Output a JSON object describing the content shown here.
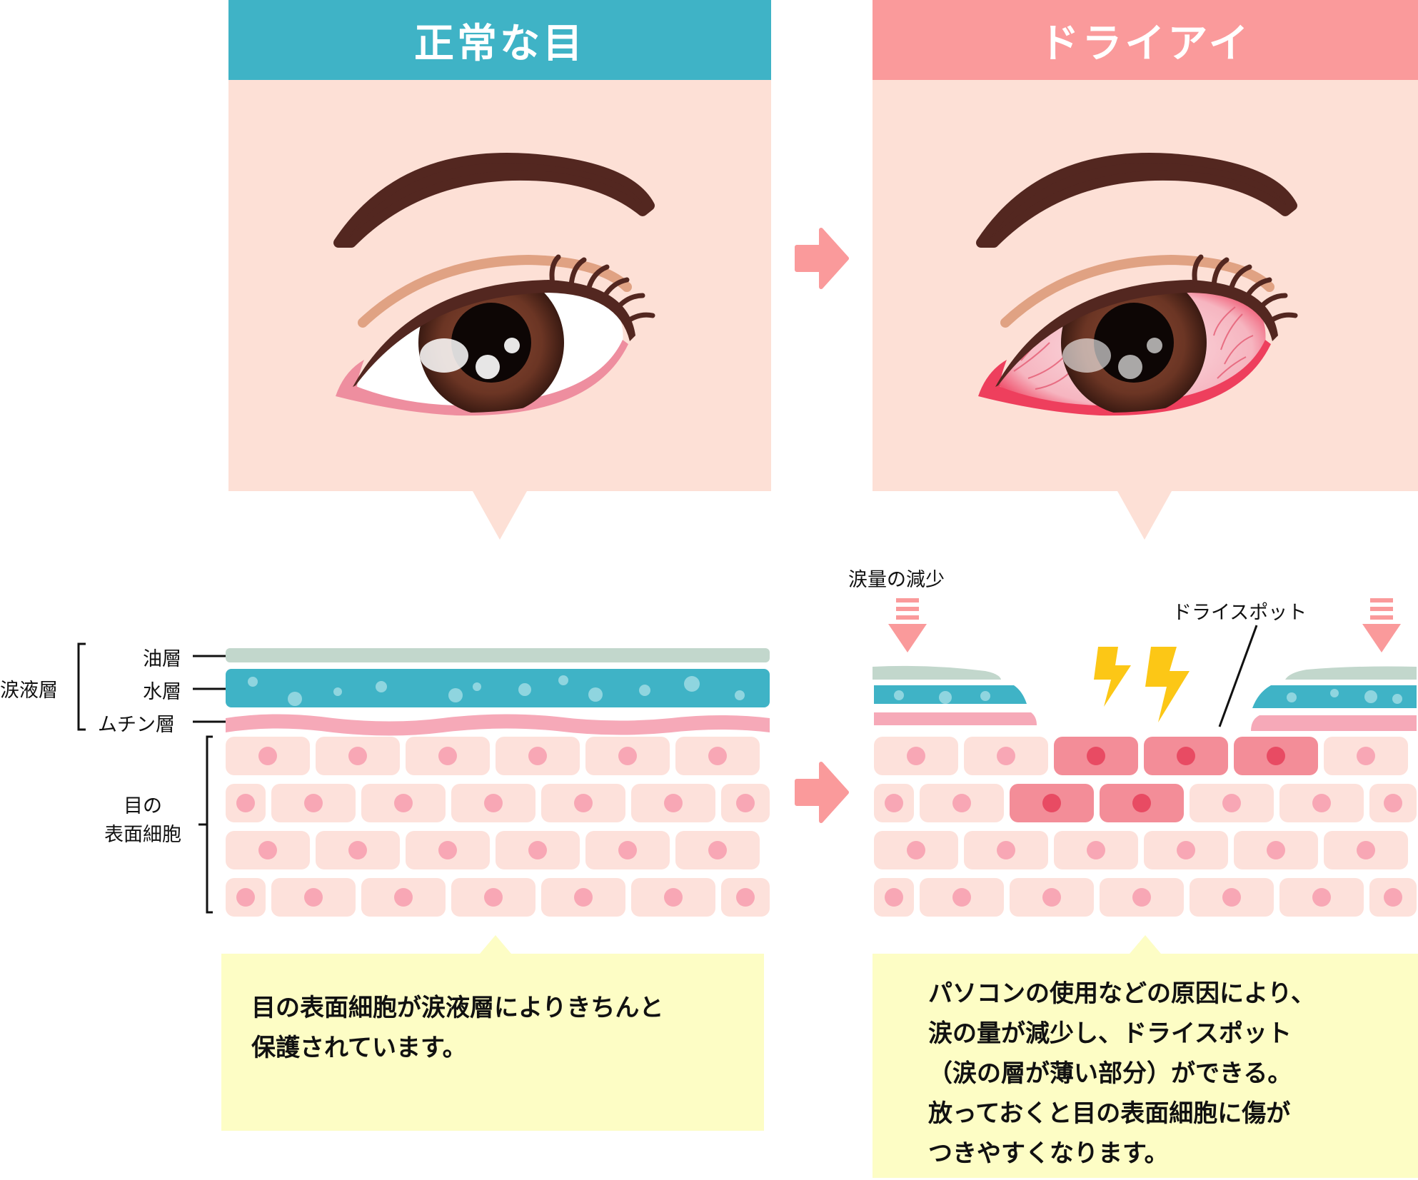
{
  "colors": {
    "normal_header": "#3fb3c6",
    "dry_header": "#fa9a9b",
    "panel_bg": "#fde0d6",
    "arrow": "#fa9a9b",
    "oil_layer": "#c2d7cc",
    "water_layer": "#3fb3c6",
    "mucin_layer": "#f6a9b8",
    "cell": "#fde1db",
    "cell_nucleus": "#f8a7b5",
    "damaged_cell": "#f38d98",
    "damaged_nucleus": "#e84b63",
    "bolt": "#fcc716",
    "note_bg": "#fdfdc5"
  },
  "normal": {
    "title": "正常な目",
    "layer_labels": {
      "oil": "油層",
      "water": "水層",
      "mucin": "ムチン層"
    },
    "group_labels": {
      "tear_layer": "涙液層",
      "surface_cells_line1": "目の",
      "surface_cells_line2": "表面細胞"
    },
    "note_lines": [
      "目の表面細胞が涙液層によりきちんと",
      "保護されています。"
    ]
  },
  "dry": {
    "title": "ドライアイ",
    "annotations": {
      "tear_decrease": "涙量の減少",
      "dry_spot": "ドライスポット"
    },
    "note_lines": [
      "パソコンの使用などの原因により、",
      "涙の量が減少し、ドライスポット",
      "（涙の層が薄い部分）ができる。",
      "放っておくと目の表面細胞に傷が",
      "つきやすくなります。"
    ]
  },
  "icons": {
    "transition_arrow": "arrow-right-icon",
    "tear_decrease_arrow": "arrow-down-icon",
    "damage": "lightning-bolt-icon"
  }
}
